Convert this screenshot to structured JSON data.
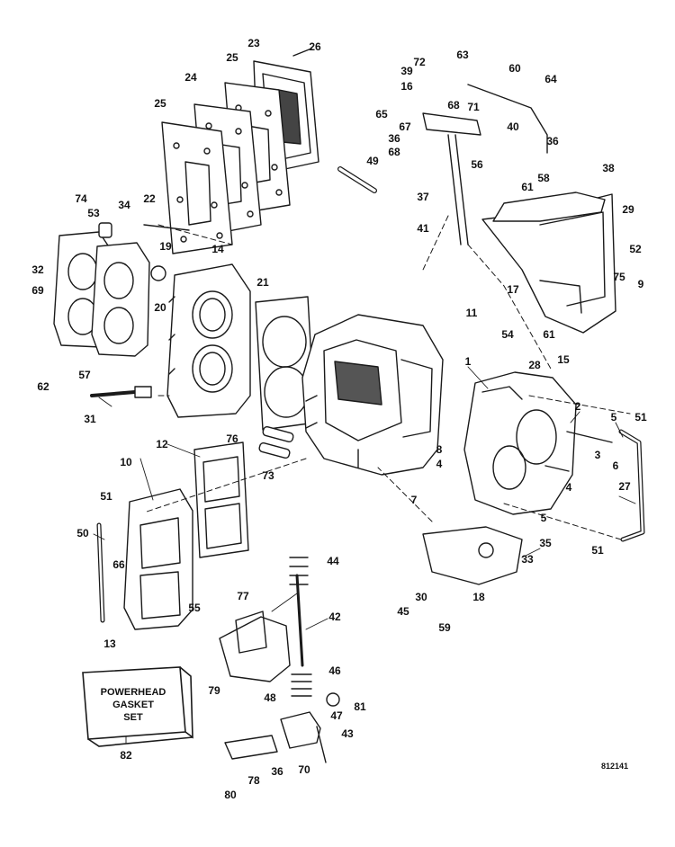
{
  "diagram": {
    "drawing_number": "812141",
    "box_label_lines": [
      "POWERHEAD",
      "GASKET",
      "SET"
    ],
    "callouts": [
      {
        "id": "c1",
        "text": "1"
      },
      {
        "id": "c2",
        "text": "2"
      },
      {
        "id": "c3",
        "text": "3"
      },
      {
        "id": "c4",
        "text": "4"
      },
      {
        "id": "c4b",
        "text": "4"
      },
      {
        "id": "c5",
        "text": "5"
      },
      {
        "id": "c5b",
        "text": "5"
      },
      {
        "id": "c6",
        "text": "6"
      },
      {
        "id": "c7",
        "text": "7"
      },
      {
        "id": "c8",
        "text": "8"
      },
      {
        "id": "c9",
        "text": "9"
      },
      {
        "id": "c10",
        "text": "10"
      },
      {
        "id": "c11",
        "text": "11"
      },
      {
        "id": "c12",
        "text": "12"
      },
      {
        "id": "c13",
        "text": "13"
      },
      {
        "id": "c14",
        "text": "14"
      },
      {
        "id": "c15",
        "text": "15"
      },
      {
        "id": "c16",
        "text": "16"
      },
      {
        "id": "c17",
        "text": "17"
      },
      {
        "id": "c18",
        "text": "18"
      },
      {
        "id": "c19",
        "text": "19"
      },
      {
        "id": "c20",
        "text": "20"
      },
      {
        "id": "c21",
        "text": "21"
      },
      {
        "id": "c22",
        "text": "22"
      },
      {
        "id": "c23",
        "text": "23"
      },
      {
        "id": "c24",
        "text": "24"
      },
      {
        "id": "c25a",
        "text": "25"
      },
      {
        "id": "c25b",
        "text": "25"
      },
      {
        "id": "c26",
        "text": "26"
      },
      {
        "id": "c27",
        "text": "27"
      },
      {
        "id": "c28",
        "text": "28"
      },
      {
        "id": "c29",
        "text": "29"
      },
      {
        "id": "c30",
        "text": "30"
      },
      {
        "id": "c31",
        "text": "31"
      },
      {
        "id": "c32",
        "text": "32"
      },
      {
        "id": "c33",
        "text": "33"
      },
      {
        "id": "c34",
        "text": "34"
      },
      {
        "id": "c35",
        "text": "35"
      },
      {
        "id": "c36a",
        "text": "36"
      },
      {
        "id": "c36b",
        "text": "36"
      },
      {
        "id": "c36c",
        "text": "36"
      },
      {
        "id": "c37",
        "text": "37"
      },
      {
        "id": "c38",
        "text": "38"
      },
      {
        "id": "c39",
        "text": "39"
      },
      {
        "id": "c40",
        "text": "40"
      },
      {
        "id": "c41",
        "text": "41"
      },
      {
        "id": "c42",
        "text": "42"
      },
      {
        "id": "c43",
        "text": "43"
      },
      {
        "id": "c44",
        "text": "44"
      },
      {
        "id": "c45",
        "text": "45"
      },
      {
        "id": "c46",
        "text": "46"
      },
      {
        "id": "c47",
        "text": "47"
      },
      {
        "id": "c48",
        "text": "48"
      },
      {
        "id": "c49",
        "text": "49"
      },
      {
        "id": "c50",
        "text": "50"
      },
      {
        "id": "c51a",
        "text": "51"
      },
      {
        "id": "c51b",
        "text": "51"
      },
      {
        "id": "c51c",
        "text": "51"
      },
      {
        "id": "c52",
        "text": "52"
      },
      {
        "id": "c53",
        "text": "53"
      },
      {
        "id": "c54",
        "text": "54"
      },
      {
        "id": "c55",
        "text": "55"
      },
      {
        "id": "c56",
        "text": "56"
      },
      {
        "id": "c57",
        "text": "57"
      },
      {
        "id": "c58",
        "text": "58"
      },
      {
        "id": "c59",
        "text": "59"
      },
      {
        "id": "c60",
        "text": "60"
      },
      {
        "id": "c61a",
        "text": "61"
      },
      {
        "id": "c61b",
        "text": "61"
      },
      {
        "id": "c62",
        "text": "62"
      },
      {
        "id": "c63",
        "text": "63"
      },
      {
        "id": "c64",
        "text": "64"
      },
      {
        "id": "c65",
        "text": "65"
      },
      {
        "id": "c66",
        "text": "66"
      },
      {
        "id": "c67",
        "text": "67"
      },
      {
        "id": "c68a",
        "text": "68"
      },
      {
        "id": "c68b",
        "text": "68"
      },
      {
        "id": "c69",
        "text": "69"
      },
      {
        "id": "c70",
        "text": "70"
      },
      {
        "id": "c71",
        "text": "71"
      },
      {
        "id": "c72",
        "text": "72"
      },
      {
        "id": "c73",
        "text": "73"
      },
      {
        "id": "c74",
        "text": "74"
      },
      {
        "id": "c75",
        "text": "75"
      },
      {
        "id": "c76",
        "text": "76"
      },
      {
        "id": "c77",
        "text": "77"
      },
      {
        "id": "c78",
        "text": "78"
      },
      {
        "id": "c79",
        "text": "79"
      },
      {
        "id": "c80",
        "text": "80"
      },
      {
        "id": "c81",
        "text": "81"
      },
      {
        "id": "c82",
        "text": "82"
      }
    ]
  }
}
